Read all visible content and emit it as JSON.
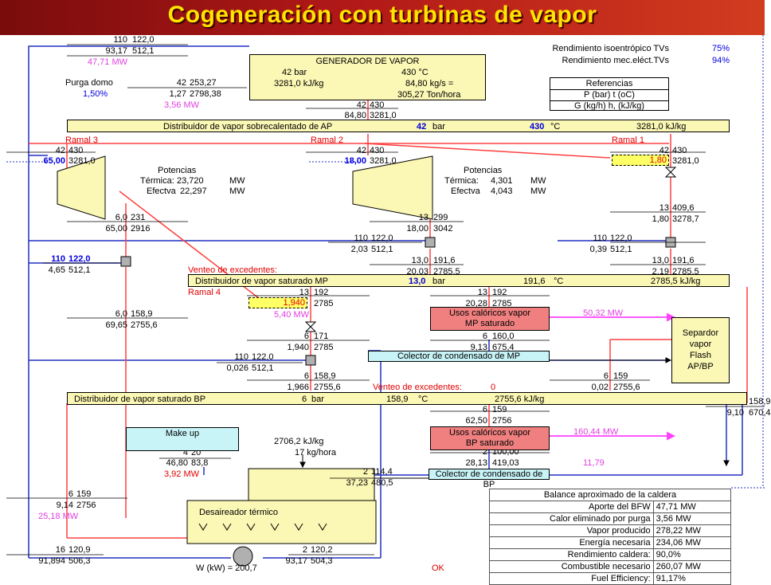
{
  "title": "Cogeneración con turbinas de vapor",
  "colors": {
    "steam_line": "#ff4040",
    "water_line": "#2030c0",
    "header": "#b11818",
    "title_text": "#ffe400",
    "equipment": "#fbf7b4",
    "collector": "#c8f4f8",
    "uses": "#f08080"
  },
  "rendimientos": {
    "isent_label": "Rendimiento isoentrópico TVs",
    "isent_value": "75%",
    "mec_label": "Rendimiento mec.eléct.TVs",
    "mec_value": "94%"
  },
  "referencias": {
    "title": "Referencias",
    "row1": "P (bar)  t (oC)",
    "row2": "G (kg/h)  h, (kJ/kg)"
  },
  "generador": {
    "title": "GENERADOR DE VAPOR",
    "p": "42 bar",
    "t": "430 °C",
    "h": "3281,0 kJ/kg",
    "g": "84,80 kg/s =",
    "gt": "305,27 Ton/hora"
  },
  "bfw_in": {
    "p": "110",
    "t": "122,0",
    "g": "93,17",
    "h": "512,1",
    "mw": "47,71 MW"
  },
  "purga": {
    "label": "Purga domo",
    "pct": "1,50%",
    "p": "42",
    "t": "253,27",
    "g": "1,27",
    "h": "2798,38",
    "mw": "3,56 MW"
  },
  "gen_out": {
    "p": "42",
    "t": "430",
    "g": "84,80",
    "h": "3281,0"
  },
  "dist_ap": {
    "label": "Distribuidor de vapor sobrecalentado de AP",
    "p": "42",
    "p_unit": "bar",
    "t": "430",
    "t_unit": "°C",
    "h": "3281,0 kJ/kg"
  },
  "ramal3": {
    "label": "Ramal 3",
    "p": "42",
    "t": "430",
    "g": "65,00",
    "h": "3281,0"
  },
  "ramal2": {
    "label": "Ramal 2",
    "p": "42",
    "t": "430",
    "g": "18,00",
    "h": "3281,0"
  },
  "ramal1": {
    "label": "Ramal 1",
    "p": "42",
    "t": "430",
    "g": "1,80",
    "h": "3281,0"
  },
  "turb3": {
    "title": "Potencias",
    "term_label": "Térmica:",
    "term": "23,720",
    "unit": "MW",
    "efec_label": "Efectva",
    "efec": "22,297",
    "unit2": "MW"
  },
  "turb2": {
    "title": "Potencias",
    "term_label": "Térmica:",
    "term": "4,301",
    "unit": "MW",
    "efec_label": "Efectva",
    "efec": "4,043",
    "unit2": "MW"
  },
  "turb3_out": {
    "p": "6,0",
    "t": "231",
    "g": "65,00",
    "h": "2916"
  },
  "turb2_out": {
    "p": "13",
    "t": "299",
    "g": "18,00",
    "h": "3042"
  },
  "valve1_out": {
    "p": "13",
    "t": "409,6",
    "g": "1,80",
    "h": "3278,7"
  },
  "desup_mp_c": {
    "p": "110",
    "t": "122,0",
    "g": "2,03",
    "h": "512,1"
  },
  "desup_mp_r": {
    "p": "110",
    "t": "122,0",
    "g": "0,39",
    "h": "512,1"
  },
  "desup_bp3_in": {
    "p": "110",
    "t": "122,0",
    "g": "4,65",
    "h": "512,1"
  },
  "mp_c_out": {
    "p": "13,0",
    "t": "191,6",
    "g": "20,03",
    "h": "2785,5"
  },
  "mp_r_out": {
    "p": "13,0",
    "t": "191,6",
    "g": "2,19",
    "h": "2785,5"
  },
  "venteo_mp": {
    "label": "Venteo de excedentes:"
  },
  "dist_mp": {
    "label": "Distribuidor de vapor saturado MP",
    "p": "13,0",
    "p_unit": "bar",
    "t": "191,6",
    "t_unit": "°C",
    "h": "2785,5 kJ/kg"
  },
  "ramal4": {
    "label": "Ramal 4",
    "p": "13",
    "t": "192",
    "g": "1,940",
    "h": "2785",
    "mw": "5,40 MW"
  },
  "usos_mp_in": {
    "p": "13",
    "t": "192",
    "g": "20,28",
    "h": "2785"
  },
  "usos_mp": {
    "line1": "Usos calóricos vapor",
    "line2": "MP saturado",
    "mw": "50,32 MW"
  },
  "usos_mp_out": {
    "p": "6",
    "t": "160,0",
    "g": "9,13",
    "h": "675,4"
  },
  "col_mp": {
    "label": "Colector de condensado de MP"
  },
  "valve4_out": {
    "p": "6",
    "t": "171",
    "g": "1,940",
    "h": "2785"
  },
  "desup_bp_c": {
    "p": "110",
    "t": "122,0",
    "g": "0,026",
    "h": "512,1"
  },
  "bp_c_out": {
    "p": "6",
    "t": "158,9",
    "g": "1,966",
    "h": "2755,6"
  },
  "bp3_out": {
    "p": "6,0",
    "t": "158,9",
    "g": "69,65",
    "h": "2755,6"
  },
  "venteo_bp": {
    "label": "Venteo de excedentes:",
    "value": "0"
  },
  "sep_out": {
    "p": "6",
    "t": "159",
    "g": "0,02",
    "h": "2755,6"
  },
  "separador": {
    "l1": "Separdor",
    "l2": "vapor",
    "l3": "Flash",
    "l4": "AP/BP"
  },
  "dist_bp": {
    "label": "Distribuidor de vapor saturado BP",
    "p": "6",
    "p_unit": "bar",
    "t": "158,9",
    "t_unit": "°C",
    "h": "2755,6 kJ/kg"
  },
  "usos_bp_in": {
    "p": "6",
    "t": "159",
    "g": "62,50",
    "h": "2756"
  },
  "usos_bp": {
    "line1": "Usos calóricos vapor",
    "line2": "BP saturado",
    "mw": "160,44 MW"
  },
  "usos_bp_out": {
    "p": "2",
    "t": "100,00",
    "g": "28,13",
    "h": "419,03",
    "mw": "11,79"
  },
  "sep_cond": {
    "p": "6",
    "t": "158,9",
    "g": "9,10",
    "h": "670,4"
  },
  "col_bp": {
    "label": "Colector de condensado de BP"
  },
  "col_bp_out": {
    "p": "2",
    "t": "114,4",
    "g": "37,23",
    "h": "480,5"
  },
  "makeup": {
    "label": "Make up",
    "p": "4",
    "t": "20",
    "g": "46,80",
    "h": "83,8",
    "mw": "3,92 MW"
  },
  "vent_dea": {
    "h": "2706,2 kJ/kg",
    "g": "17 kg/hora"
  },
  "dea_in": {
    "p": "6",
    "t": "159",
    "g": "9,14",
    "h": "2756",
    "mw": "25,18 MW"
  },
  "desaireador": {
    "label": "Desaireador térmico"
  },
  "pump_in": {
    "p": "16",
    "t": "120,9",
    "g": "91,894",
    "h": "506,3"
  },
  "pump_out": {
    "p": "2",
    "t": "120,2",
    "g": "93,17",
    "h": "504,3"
  },
  "pump_power": {
    "label": "W (kW) = 200,7",
    "ok": "OK"
  },
  "balance": {
    "title": "Balance aproximado de la caldera",
    "rows": [
      {
        "label": "Aporte del BFW",
        "value": "47,71 MW"
      },
      {
        "label": "Calor eliminado por purga",
        "value": "3,56 MW"
      },
      {
        "label": "Vapor producido",
        "value": "278,22 MW"
      },
      {
        "label": "Energía necesaria",
        "value": "234,06 MW"
      },
      {
        "label": "Rendimiento caldera:",
        "value": "90,0%"
      },
      {
        "label": "Combustible necesario",
        "value": "260,07 MW"
      },
      {
        "label": "Fuel Efficiency:",
        "value": "91,17%"
      }
    ]
  }
}
